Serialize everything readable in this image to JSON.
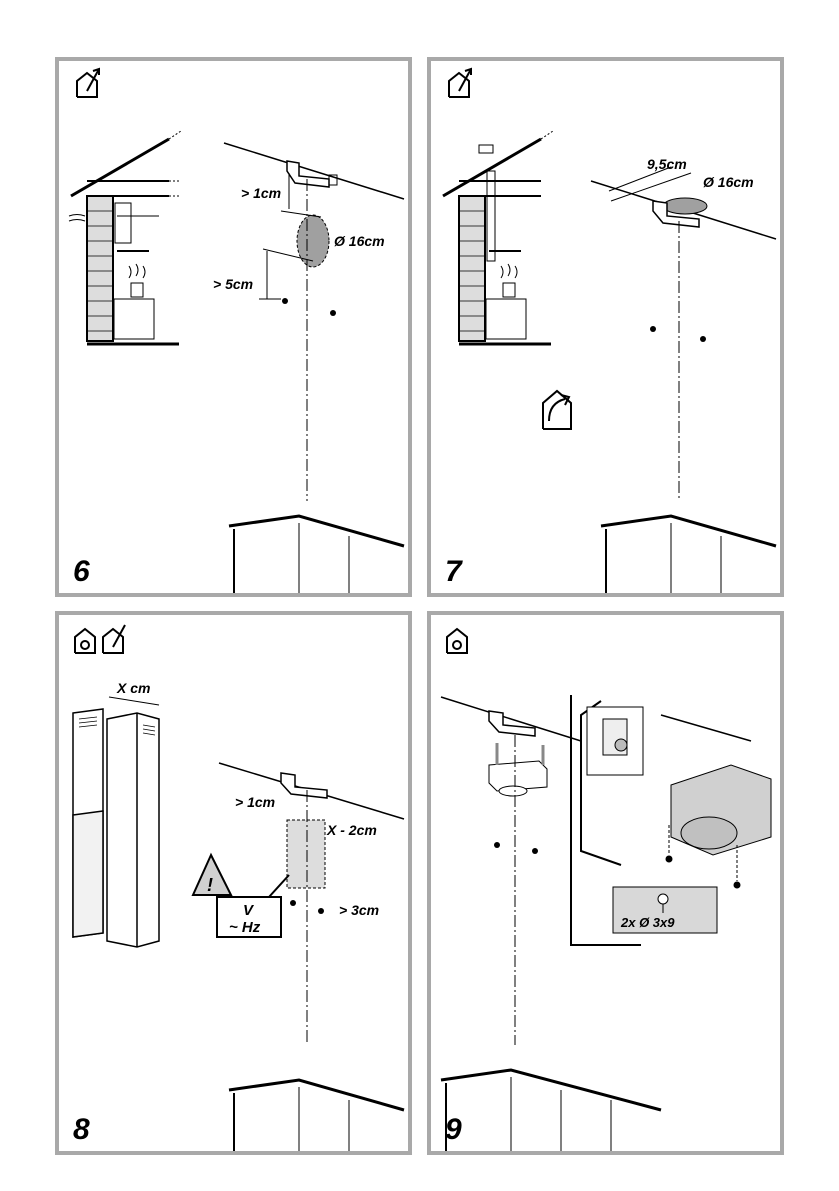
{
  "panels": [
    {
      "step": "6",
      "labels": {
        "gap_top": "> 1cm",
        "diameter": "Ø 16cm",
        "gap_side": "> 5cm"
      }
    },
    {
      "step": "7",
      "labels": {
        "width": "9,5cm",
        "diameter": "Ø 16cm"
      }
    },
    {
      "step": "8",
      "labels": {
        "chimney_width": "X cm",
        "gap_top": "> 1cm",
        "socket_width": "X - 2cm",
        "gap_side": "> 3cm",
        "warning": "!",
        "voltage": "V",
        "frequency": "~ Hz"
      }
    },
    {
      "step": "9",
      "labels": {
        "screws": "2x Ø 3x9"
      }
    }
  ]
}
